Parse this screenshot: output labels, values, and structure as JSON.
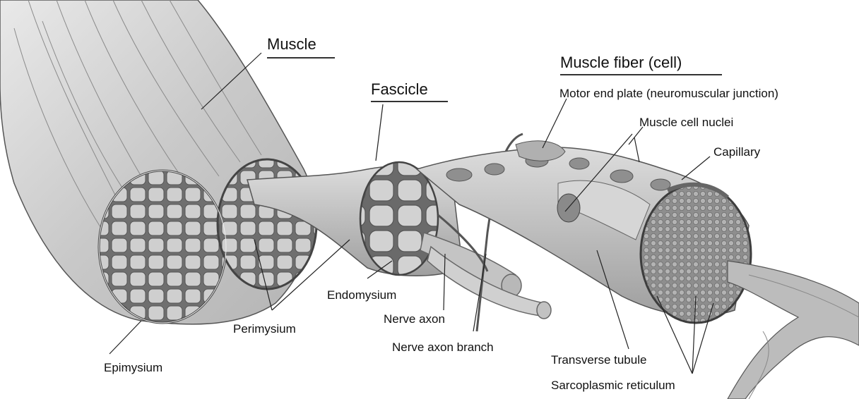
{
  "titles": {
    "muscle": "Muscle",
    "fascicle": "Fascicle",
    "muscle_fiber": "Muscle fiber (cell)"
  },
  "labels": {
    "motor_end_plate": "Motor end plate (neuromuscular junction)",
    "muscle_cell_nuclei": "Muscle cell nuclei",
    "capillary": "Capillary",
    "endomysium": "Endomysium",
    "nerve_axon": "Nerve axon",
    "nerve_axon_branch": "Nerve axon branch",
    "perimysium": "Perimysium",
    "epimysium": "Epimysium",
    "transverse_tubule": "Transverse tubule",
    "sarcoplasmic_reticulum": "Sarcoplasmic reticulum"
  }
}
